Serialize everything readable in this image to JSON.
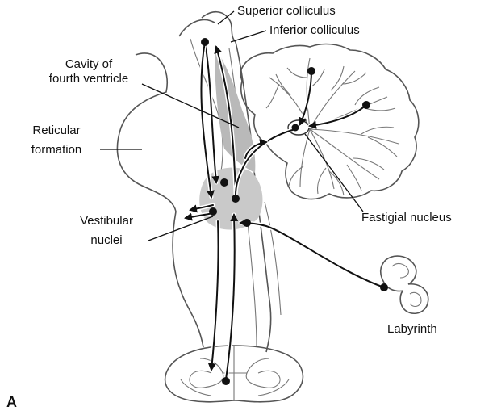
{
  "labels": {
    "superior_colliculus": "Superior colliculus",
    "inferior_colliculus": "Inferior colliculus",
    "cavity_line1": "Cavity of",
    "cavity_line2": "fourth ventricle",
    "reticular_line1": "Reticular",
    "reticular_line2": "formation",
    "vestibular_line1": "Vestibular",
    "vestibular_line2": "nuclei",
    "fastigial_nucleus": "Fastigial nucleus",
    "labyrinth": "Labyrinth",
    "panel": "A"
  },
  "colors": {
    "ink": "#111111",
    "outline": "#555555",
    "ventricle_fill": "#b9b9b9",
    "nuclei_fill": "#c9c9c9"
  }
}
